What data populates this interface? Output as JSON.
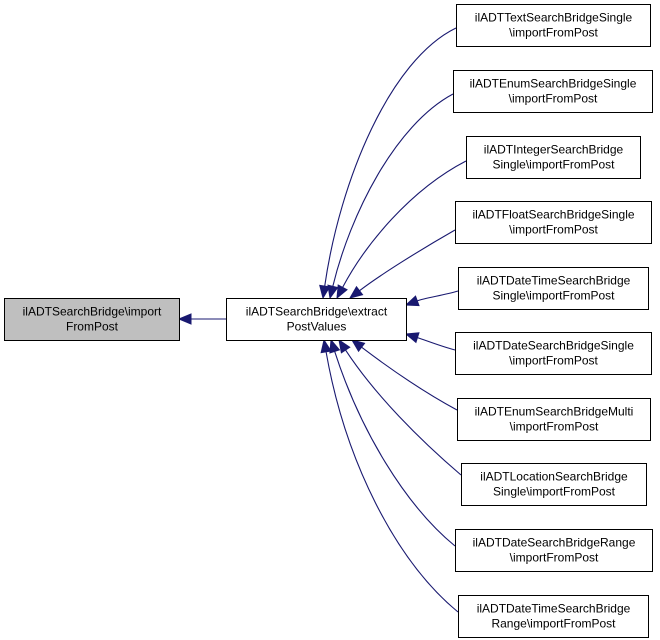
{
  "colors": {
    "edge": "#191970",
    "node_fill": "#ffffff",
    "focus_fill": "#bfbfbf",
    "border": "#000000"
  },
  "nodes": [
    {
      "id": "focus",
      "lines": [
        "ilADTSearchBridge\\import",
        "FromPost"
      ],
      "focus": true
    },
    {
      "id": "extract",
      "lines": [
        "ilADTSearchBridge\\extract",
        "PostValues"
      ]
    },
    {
      "id": "text-single",
      "lines": [
        "ilADTTextSearchBridgeSingle",
        "\\importFromPost"
      ]
    },
    {
      "id": "enum-single",
      "lines": [
        "ilADTEnumSearchBridgeSingle",
        "\\importFromPost"
      ]
    },
    {
      "id": "integer-single",
      "lines": [
        "ilADTIntegerSearchBridge",
        "Single\\importFromPost"
      ]
    },
    {
      "id": "float-single",
      "lines": [
        "ilADTFloatSearchBridgeSingle",
        "\\importFromPost"
      ]
    },
    {
      "id": "datetime-single",
      "lines": [
        "ilADTDateTimeSearchBridge",
        "Single\\importFromPost"
      ]
    },
    {
      "id": "date-single",
      "lines": [
        "ilADTDateSearchBridgeSingle",
        "\\importFromPost"
      ]
    },
    {
      "id": "enum-multi",
      "lines": [
        "ilADTEnumSearchBridgeMulti",
        "\\importFromPost"
      ]
    },
    {
      "id": "location-single",
      "lines": [
        "ilADTLocationSearchBridge",
        "Single\\importFromPost"
      ]
    },
    {
      "id": "date-range",
      "lines": [
        "ilADTDateSearchBridgeRange",
        "\\importFromPost"
      ]
    },
    {
      "id": "datetime-range",
      "lines": [
        "ilADTDateTimeSearchBridge",
        "Range\\importFromPost"
      ]
    }
  ],
  "edges": [
    {
      "from": "extract",
      "to": "focus"
    },
    {
      "from": "text-single",
      "to": "extract"
    },
    {
      "from": "enum-single",
      "to": "extract"
    },
    {
      "from": "integer-single",
      "to": "extract"
    },
    {
      "from": "float-single",
      "to": "extract"
    },
    {
      "from": "datetime-single",
      "to": "extract"
    },
    {
      "from": "date-single",
      "to": "extract"
    },
    {
      "from": "enum-multi",
      "to": "extract"
    },
    {
      "from": "location-single",
      "to": "extract"
    },
    {
      "from": "date-range",
      "to": "extract"
    },
    {
      "from": "datetime-range",
      "to": "extract"
    }
  ]
}
